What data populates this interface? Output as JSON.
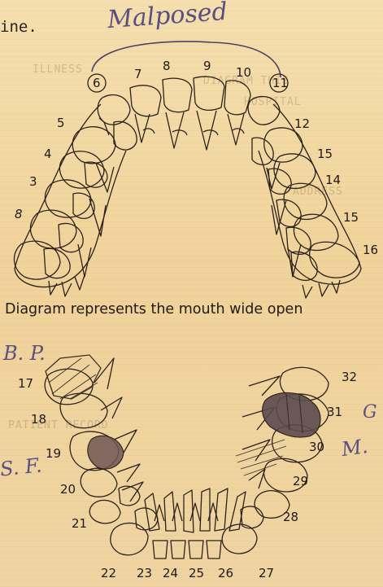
{
  "header": {
    "partial_word": "ine."
  },
  "annotations": {
    "malposed": "Malposed",
    "initials_top": "B. P.",
    "initials_left": "S. F.",
    "mark_right_top": "G",
    "mark_right_mid": "M."
  },
  "caption": "Diagram represents the mouth wide open",
  "upper_labels": [
    "6",
    "7",
    "8",
    "9",
    "10",
    "11",
    "5",
    "12",
    "4",
    "15",
    "3",
    "14",
    "8",
    "15",
    "16"
  ],
  "lower_labels": [
    "17",
    "18",
    "19",
    "20",
    "21",
    "22",
    "23",
    "24",
    "25",
    "26",
    "27",
    "28",
    "29",
    "30",
    "31",
    "32"
  ],
  "colors": {
    "paper": "#f2d9a4",
    "ink": "#2a211a",
    "decay": "#6e5654",
    "pencil": "#5a4f80"
  },
  "ghost_text": [
    "DIAGRAM THIS",
    "HOSPITAL",
    "ADDRESS",
    "ILLNESS",
    "PATIENT RECORD"
  ]
}
